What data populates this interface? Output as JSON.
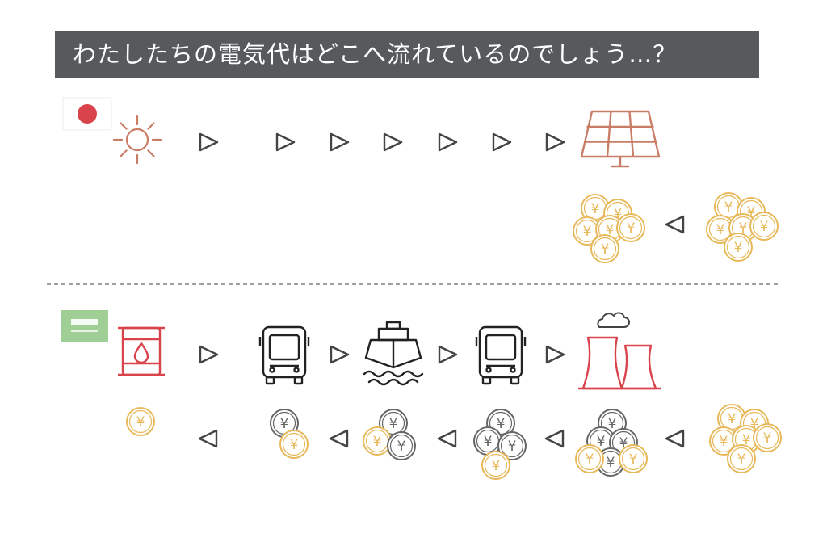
{
  "title": "わたしたちの電気代はどこへ流れているのでしょう…？",
  "coin_symbol": "¥",
  "colors": {
    "title_bar": "#565a5c",
    "solar": "#c97d66",
    "oil_and_plant": "#d9434b",
    "coin_gold": "#e8b95a",
    "coin_grey": "#666666",
    "vehicle": "#222222",
    "arrow": "#444444",
    "japan_red": "#d9434b",
    "saudi_green": "#9fcf95"
  },
  "sections": [
    {
      "name": "solar-japan",
      "flag": "japan-flag",
      "source_icon": "sun-icon",
      "plant_icon": "solar-panel-icon",
      "energy_steps": 7,
      "money_steps": 1,
      "coin_clusters": [
        {
          "gold": 6,
          "grey": 0
        },
        {
          "gold": 6,
          "grey": 0
        }
      ]
    },
    {
      "name": "oil-saudi",
      "flag": "saudi-flag",
      "source_icon": "oil-barrel-icon",
      "transport_icons": [
        "truck-icon",
        "ship-icon",
        "truck-icon"
      ],
      "plant_icon": "power-plant-icon",
      "coin_clusters": [
        {
          "gold": 1,
          "grey": 0
        },
        {
          "gold": 1,
          "grey": 1
        },
        {
          "gold": 1,
          "grey": 2
        },
        {
          "gold": 1,
          "grey": 3
        },
        {
          "gold": 2,
          "grey": 4
        },
        {
          "gold": 6,
          "grey": 0
        }
      ]
    }
  ]
}
